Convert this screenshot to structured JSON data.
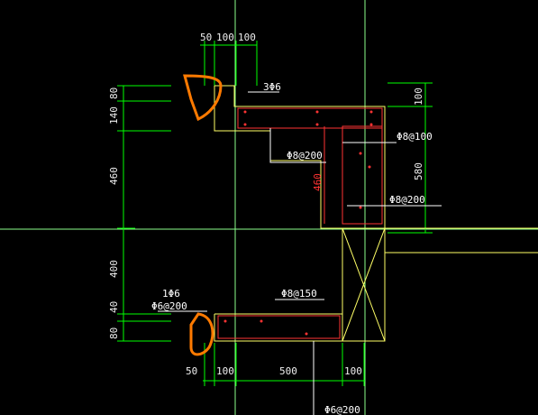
{
  "drawing": {
    "top_dims": [
      "50",
      "100",
      "100"
    ],
    "bottom_dims": [
      "50",
      "100",
      "500",
      "100"
    ],
    "left_dims_top": [
      "80",
      "140",
      "460"
    ],
    "left_dims_bottom": [
      "400",
      "40",
      "80"
    ],
    "right_dims": [
      "100",
      "580"
    ],
    "rebar_labels": {
      "top_stirrup": "3Φ6",
      "mid_stirrup_a": "Φ8@200",
      "right_top": "Φ8@100",
      "right_mid": "Φ8@200",
      "vertical_460": "460",
      "bottom_1": "1Φ6",
      "bottom_2": "Φ6@200",
      "bottom_mid": "Φ8@150",
      "bottom_low": "Φ6@200"
    },
    "colors": {
      "background": "#000000",
      "outline": "#ffff66",
      "rebar": "#ff3333",
      "dim": "#00ff00",
      "grid": "#66ff66",
      "orange": "#ff7a00",
      "text": "#ffffff"
    }
  }
}
